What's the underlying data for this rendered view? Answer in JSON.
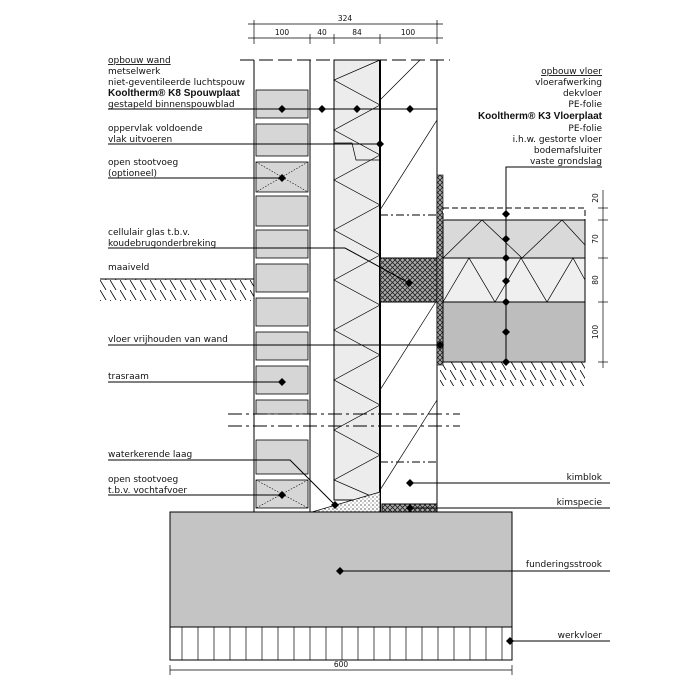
{
  "dimensions": {
    "total_wall": "324",
    "wall_parts": [
      "100",
      "40",
      "84",
      "100"
    ],
    "floor_layers": [
      "20",
      "70",
      "80",
      "100"
    ],
    "foundation_width": "600"
  },
  "left_labels": {
    "wall_build_up": {
      "title": "opbouw wand",
      "lines": [
        "metselwerk",
        "niet-geventileerde luchtspouw",
        "Kooltherm® K8 Spouwplaat",
        "gestapeld binnenspouwblad"
      ]
    },
    "surface": [
      "oppervlak voldoende",
      "vlak uitvoeren"
    ],
    "open_joint": [
      "open stootvoeg",
      "(optioneel)"
    ],
    "cellular_glass": [
      "cellulair glas t.b.v.",
      "koudebrugonderbreking"
    ],
    "ground_level": "maaiveld",
    "floor_clear": "vloer vrijhouden van wand",
    "tras_course": "trasraam",
    "damp_course": "waterkerende laag",
    "open_joint_drain": [
      "open stootvoeg",
      "t.b.v. vochtafvoer"
    ]
  },
  "right_labels": {
    "floor_build_up": {
      "title": "opbouw vloer",
      "lines": [
        "vloerafwerking",
        "dekvloer",
        "PE-folie",
        "Kooltherm® K3 Vloerplaat",
        "PE-folie",
        "i.h.w. gestorte vloer",
        "bodemafsluiter",
        "vaste grondslag"
      ]
    },
    "kimblok": "kimblok",
    "kimspecie": "kimspecie",
    "foundation": "funderingsstrook",
    "blinding": "werkvloer"
  }
}
